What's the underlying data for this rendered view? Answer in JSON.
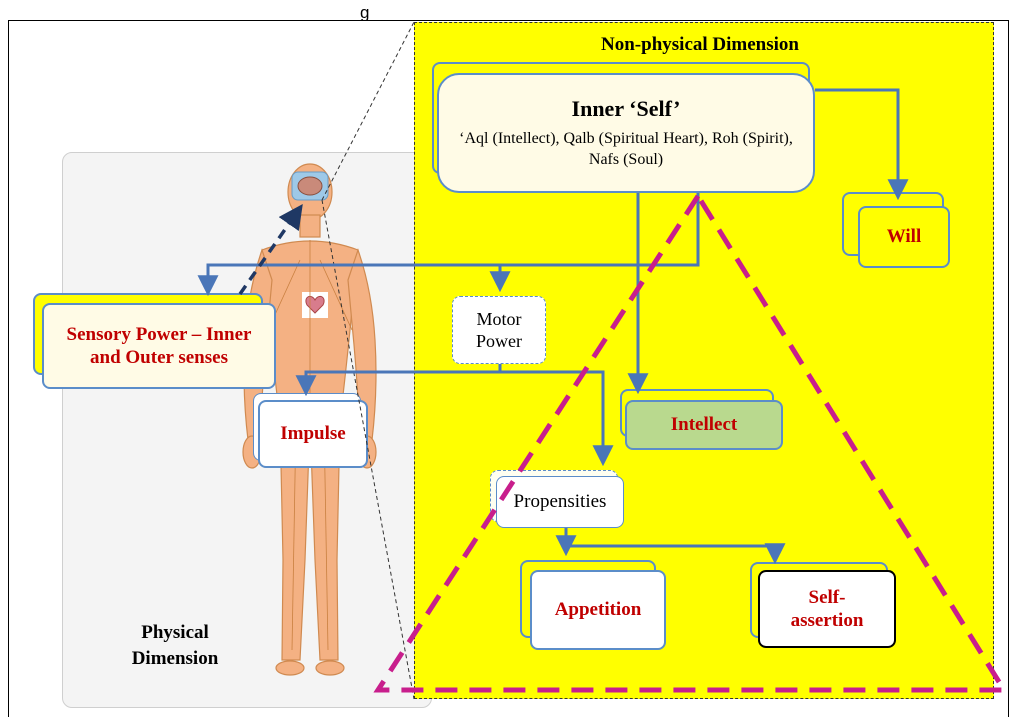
{
  "caption_fragment": "g",
  "physical_dimension": {
    "label": "Physical\nDimension"
  },
  "non_physical_dimension": {
    "title": "Non-physical Dimension"
  },
  "inner_self": {
    "title": "Inner ‘Self’",
    "description": "‘Aql (Intellect), Qalb (Spiritual Heart), Roh (Spirit), Nafs (Soul)"
  },
  "nodes": {
    "will": "Will",
    "sensory_power": "Sensory Power – Inner and Outer senses",
    "motor_power": "Motor Power",
    "impulse": "Impulse",
    "intellect": "Intellect",
    "propensities": "Propensities",
    "appetition": "Appetition",
    "self_assertion": "Self-assertion"
  },
  "colors": {
    "panel_yellow": "#ffff00",
    "connector_blue": "#4a76b8",
    "label_red": "#c00000",
    "triangle_magenta": "#c81e8c",
    "intellect_green": "#b9d98e"
  }
}
